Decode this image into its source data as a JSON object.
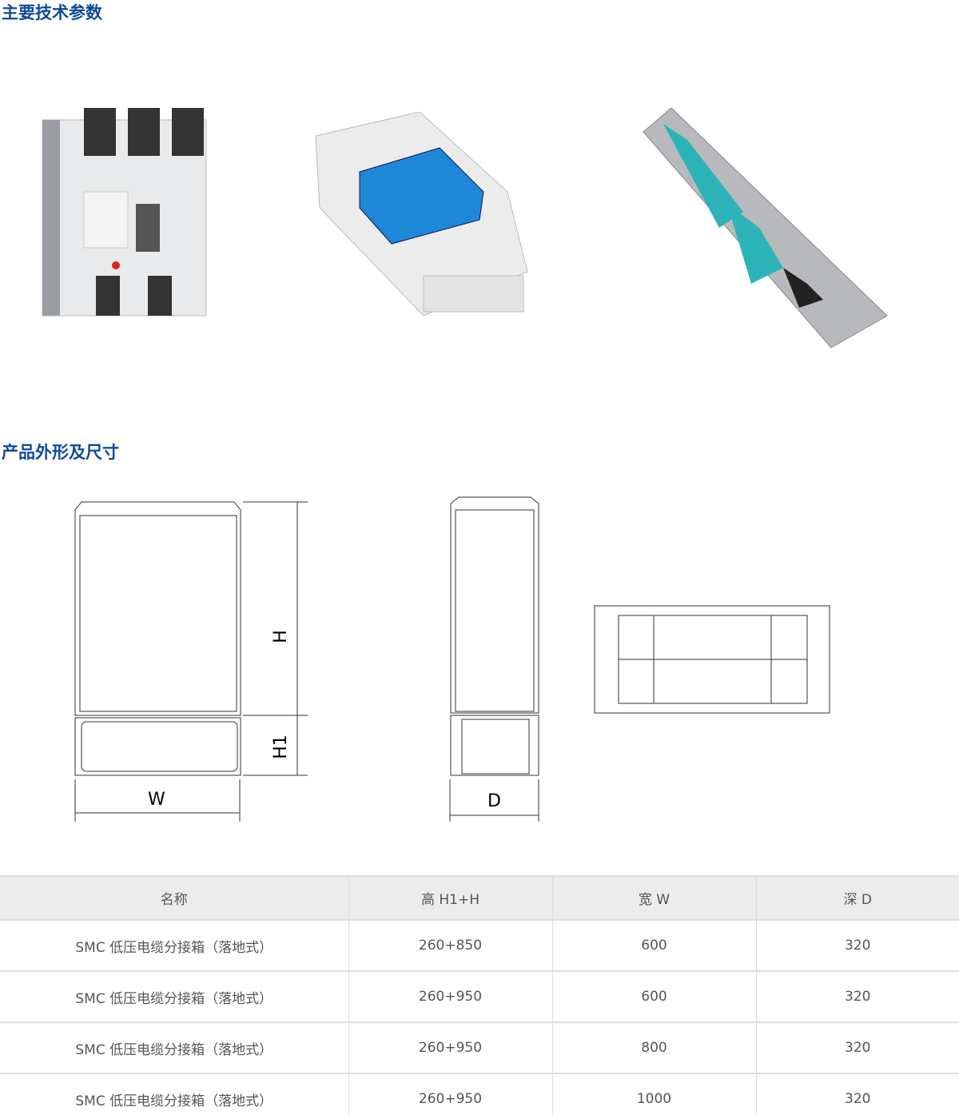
{
  "sections": {
    "tech_title": "主要技术参数",
    "dims_title": "产品外形及尺寸"
  },
  "products": [
    {
      "name": "mccb"
    },
    {
      "name": "fuse-switch-disconnector"
    },
    {
      "name": "strip-fuse-switch"
    }
  ],
  "drawing_labels": {
    "h": "H",
    "h1": "H1",
    "w": "W",
    "d": "D"
  },
  "table": {
    "headers": [
      "名称",
      "高 H1+H",
      "宽 W",
      "深 D"
    ],
    "rows": [
      [
        "SMC 低压电缆分接箱（落地式）",
        "260+850",
        "600",
        "320"
      ],
      [
        "SMC 低压电缆分接箱（落地式）",
        "260+950",
        "600",
        "320"
      ],
      [
        "SMC 低压电缆分接箱（落地式）",
        "260+950",
        "800",
        "320"
      ],
      [
        "SMC 低压电缆分接箱（落地式）",
        "260+950",
        "1000",
        "320"
      ]
    ]
  }
}
